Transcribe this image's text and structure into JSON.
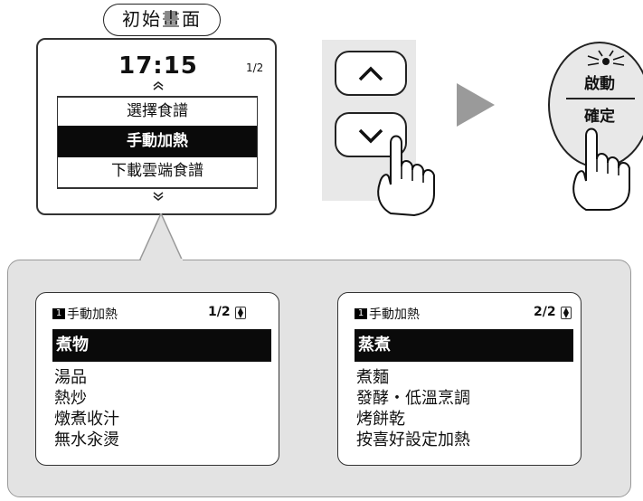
{
  "title": "初始畫面",
  "main_screen": {
    "time": "17:15",
    "page": "1/2",
    "up_indicator": "≈",
    "down_indicator": "≈",
    "menu": [
      {
        "label": "選擇食譜",
        "selected": false
      },
      {
        "label": "手動加熱",
        "selected": true
      },
      {
        "label": "下載雲端食譜",
        "selected": false
      }
    ]
  },
  "buttons": {
    "up_icon": "chevron-up-icon",
    "down_icon": "chevron-down-icon",
    "start_label": "啟動",
    "confirm_label": "確定"
  },
  "sub_screens": [
    {
      "badge": "1",
      "header": "手動加熱",
      "page": "1/2",
      "selected": "煮物",
      "items": [
        "湯品",
        "熱炒",
        "燉煮收汁",
        "無水汆燙"
      ]
    },
    {
      "badge": "1",
      "header": "手動加熱",
      "page": "2/2",
      "selected": "蒸煮",
      "items": [
        "煮麵",
        "發酵・低溫烹調",
        "烤餅乾",
        "按喜好設定加熱"
      ]
    }
  ]
}
